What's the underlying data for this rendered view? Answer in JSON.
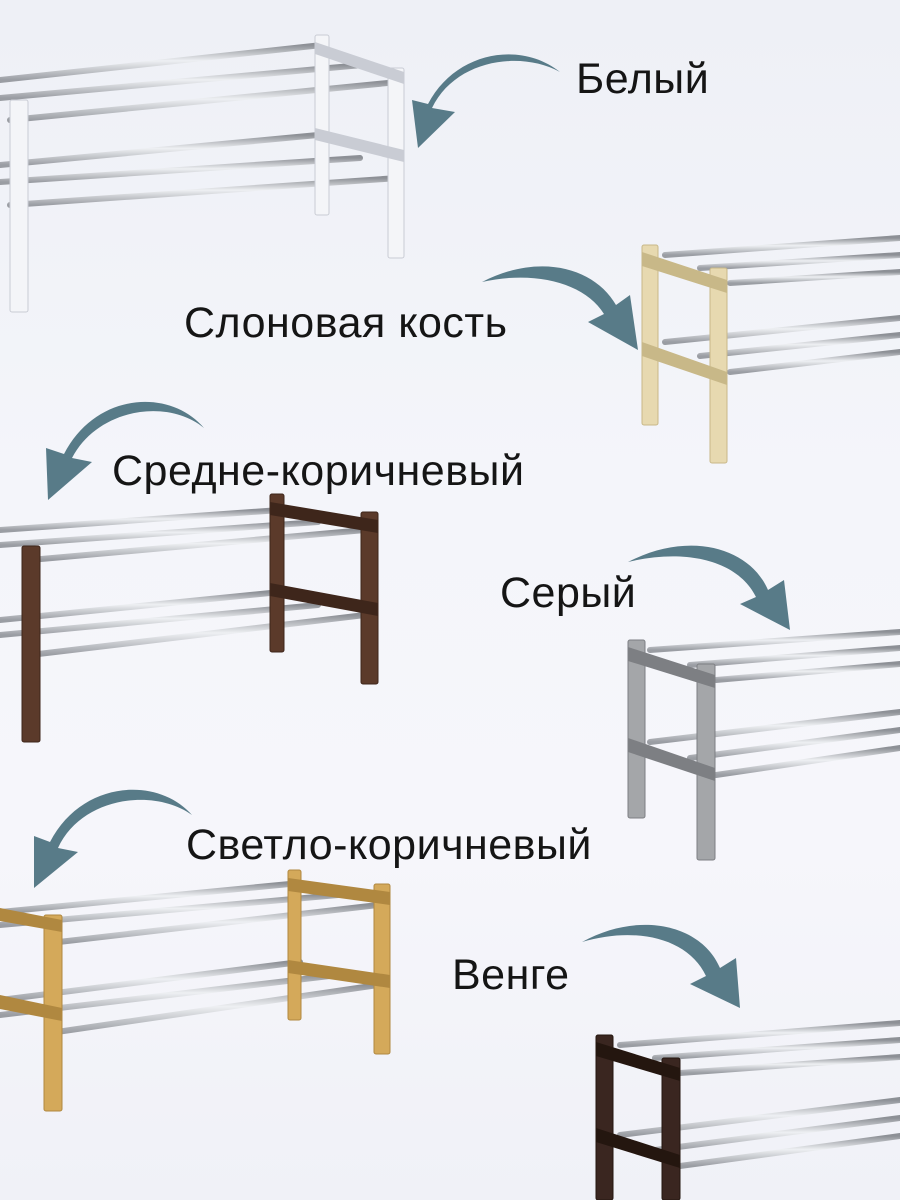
{
  "variants": [
    {
      "label": "Белый",
      "frame_color": "#f4f5f8",
      "frame_shadow": "#c9ccd4"
    },
    {
      "label": "Слоновая кость",
      "frame_color": "#e7d9b0",
      "frame_shadow": "#c8b888"
    },
    {
      "label": "Средне-коричневый",
      "frame_color": "#5b3a2a",
      "frame_shadow": "#3e261b"
    },
    {
      "label": "Серый",
      "frame_color": "#a4a6a9",
      "frame_shadow": "#7d7f83"
    },
    {
      "label": "Светло-коричневый",
      "frame_color": "#d4a95a",
      "frame_shadow": "#b08840"
    },
    {
      "label": "Венге",
      "frame_color": "#3a2620",
      "frame_shadow": "#24160f"
    }
  ],
  "colors": {
    "arrow": "#587b88",
    "rail": "#b9bcc2",
    "rail_highlight": "#eceef1"
  }
}
